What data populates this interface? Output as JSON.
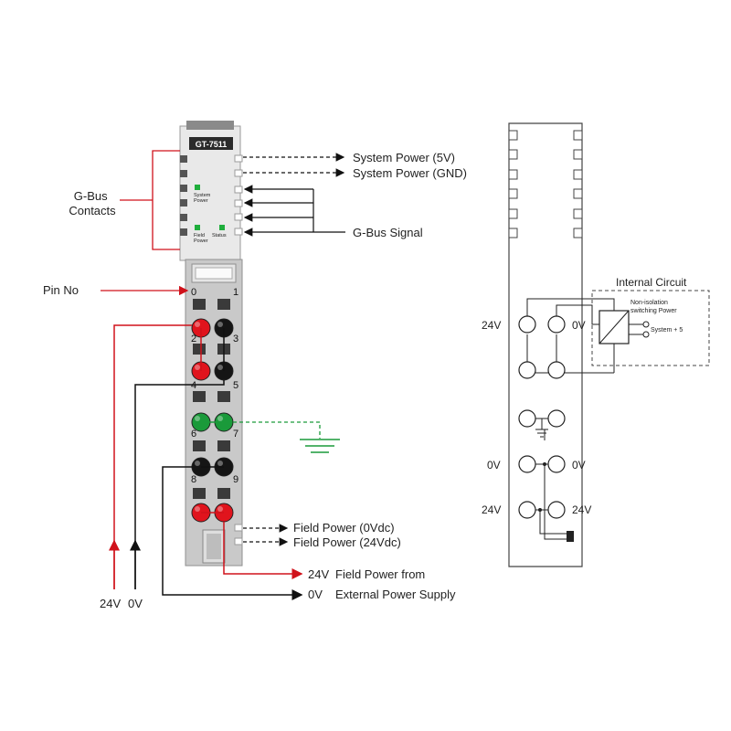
{
  "module": {
    "model": "GT-7511",
    "led_system_power": "System\nPower",
    "led_field_power": "Field\nPower",
    "led_status": "Status"
  },
  "labels": {
    "gbus_contacts_line1": "G-Bus",
    "gbus_contacts_line2": "Contacts",
    "system_power_5v": "System Power (5V)",
    "system_power_gnd": "System Power (GND)",
    "gbus_signal": "G-Bus Signal",
    "pin_no": "Pin No",
    "field_power_0v": "Field Power (0Vdc)",
    "field_power_24v": "Field Power (24Vdc)",
    "supply_24v_label": "24V",
    "supply_24v_text": "Field Power from",
    "supply_0v_label": "0V",
    "supply_0v_text": "External Power Supply",
    "left_24v": "24V",
    "left_0v": "0V"
  },
  "pins": [
    "0",
    "1",
    "2",
    "3",
    "4",
    "5",
    "6",
    "7",
    "8",
    "9"
  ],
  "schematic": {
    "internal_circuit": "Internal Circuit",
    "psu_line1": "Non-isolation",
    "psu_line2": "switching Power",
    "system_plus5": "System + 5",
    "row1_left": "24V",
    "row1_right": "0V",
    "row4_left": "0V",
    "row4_right": "0V",
    "row5_left": "24V",
    "row5_right": "24V"
  },
  "colors": {
    "red_wire": "#d0121b",
    "black_wire": "#111111",
    "green_wire": "#1a9a3a",
    "module_gray": "#c9c9c9",
    "led_green": "#1fae3c"
  }
}
